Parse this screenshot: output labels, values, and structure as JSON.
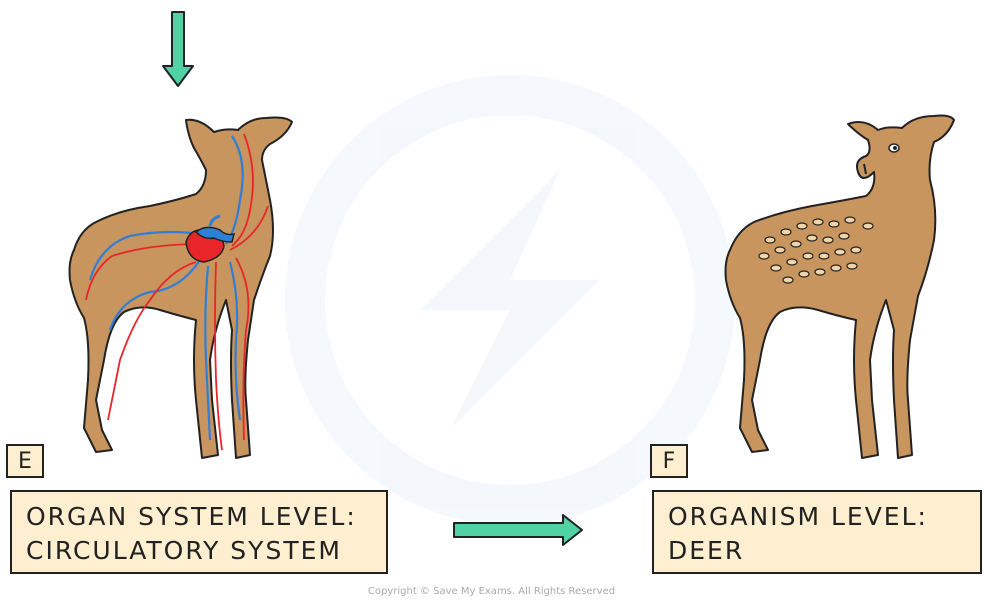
{
  "colors": {
    "arrow": "#4fd3a5",
    "deer_fur": "#c8955e",
    "deer_outline": "#222222",
    "spots": "#f2d6a8",
    "artery": "#e8262a",
    "vein": "#2f7fd6",
    "label_bg": "#fdefcf"
  },
  "panels": [
    {
      "letter": "E",
      "line1": "ORGAN SYSTEM LEVEL:",
      "line2": "CIRCULATORY SYSTEM",
      "image": "deer-with-circulatory-system"
    },
    {
      "letter": "F",
      "line1": "ORGANISM LEVEL:",
      "line2": "DEER",
      "image": "spotted-deer"
    }
  ],
  "copyright": "Copyright © Save My Exams. All Rights Reserved"
}
